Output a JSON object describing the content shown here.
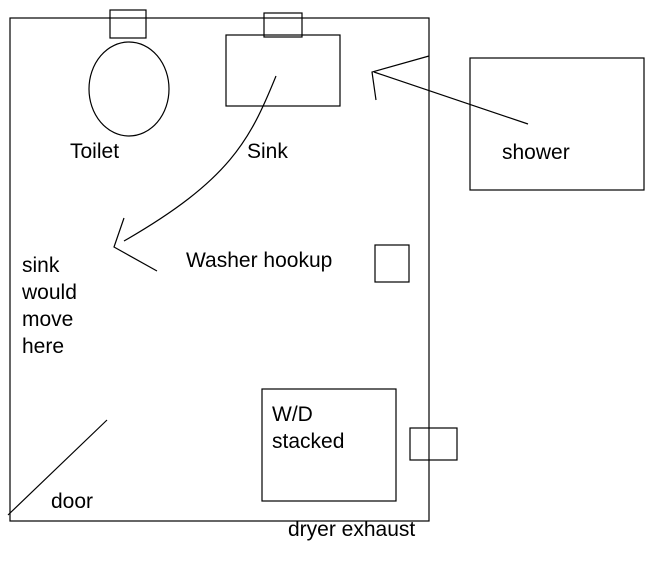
{
  "labels": {
    "toilet": "Toilet",
    "sink": "Sink",
    "shower": "shower",
    "washer_hookup": "Washer hookup",
    "sink_move": [
      "sink",
      "would",
      "move",
      "here"
    ],
    "wd_stacked": [
      "W/D",
      "stacked"
    ],
    "door": "door",
    "dryer_exhaust": "dryer exhaust"
  }
}
